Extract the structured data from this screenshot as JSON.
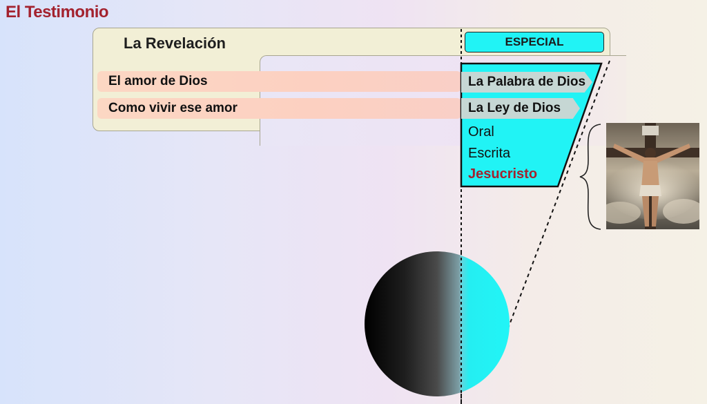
{
  "title": "El Testimonio",
  "revelation": {
    "heading": "La Revelación",
    "special_label": "ESPECIAL",
    "rows": [
      {
        "left": "El amor de Dios",
        "right": "La Palabra de Dios"
      },
      {
        "left": "Como vivir ese amor",
        "right": "La Ley de Dios"
      }
    ],
    "forms": [
      "Oral",
      "Escrita",
      "Jesucristo"
    ]
  },
  "colors": {
    "accent_red": "#a3222e",
    "cyan": "#21f3f5",
    "panel_cream": "#f2efd6",
    "row_salmon": "#fcd7c3",
    "tab_gray": "#c6d7d4"
  },
  "image": {
    "subject": "crucifix-photo"
  }
}
